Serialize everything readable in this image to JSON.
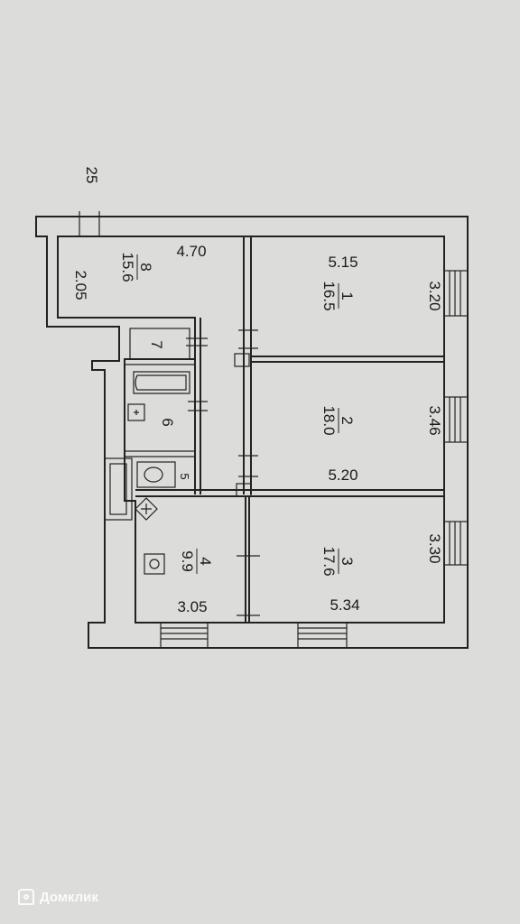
{
  "plan": {
    "number_label": "25",
    "rooms": [
      {
        "id": "1",
        "area": "16.5",
        "width": "5.15",
        "depth": "3.20"
      },
      {
        "id": "2",
        "area": "18.0",
        "width": "5.20",
        "depth": "3.46"
      },
      {
        "id": "3",
        "area": "17.6",
        "width": "5.34",
        "depth": "3.30"
      },
      {
        "id": "4",
        "area": "9.9",
        "width": "3.05"
      },
      {
        "id": "8",
        "area": "15.6",
        "width": "4.70",
        "depth": "2.05"
      },
      {
        "id": "5"
      },
      {
        "id": "6"
      },
      {
        "id": "7"
      }
    ]
  },
  "watermark": {
    "text": "Домклик"
  }
}
